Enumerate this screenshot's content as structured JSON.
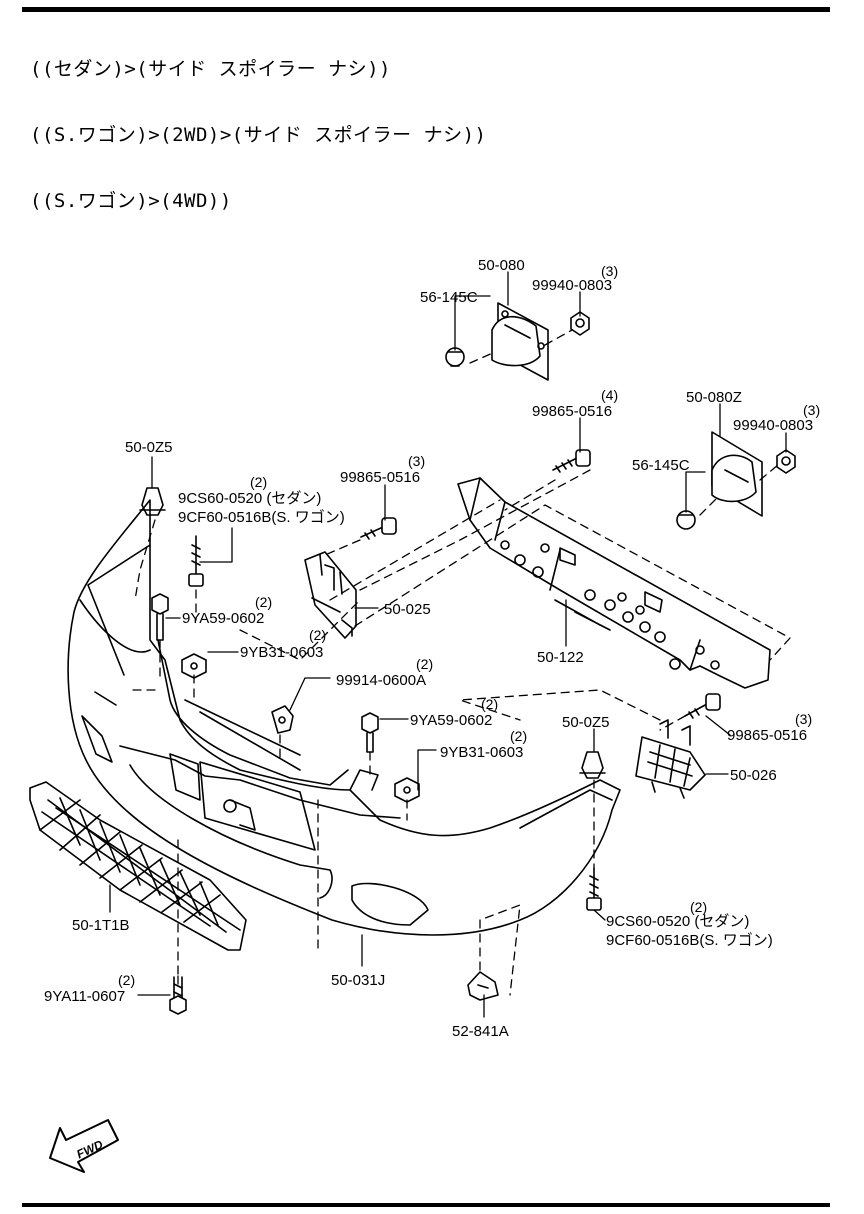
{
  "header": {
    "lines": [
      "((セダン)>(サイド スポイラー ナシ))",
      "((S.ワゴン)>(2WD)>(サイド スポイラー ナシ))",
      "((S.ワゴン)>(4WD))"
    ]
  },
  "parts": {
    "p50_080": {
      "code": "50-080"
    },
    "p56_145c_a": {
      "code": "56-145C"
    },
    "p99940_a": {
      "code": "99940-0803",
      "qty": "(3)"
    },
    "p99865_a": {
      "code": "99865-0516",
      "qty": "(4)"
    },
    "p50_080z": {
      "code": "50-080Z"
    },
    "p99940_b": {
      "code": "99940-0803",
      "qty": "(3)"
    },
    "p56_145c_b": {
      "code": "56-145C"
    },
    "p50_0z5_a": {
      "code": "50-0Z5"
    },
    "p9cs_a": {
      "code": "9CS60-0520 (セダン)",
      "qty": "(2)"
    },
    "p9cf_a": {
      "code": "9CF60-0516B(S. ワゴン)"
    },
    "p99865_b": {
      "code": "99865-0516",
      "qty": "(3)"
    },
    "p9ya59_a": {
      "code": "9YA59-0602",
      "qty": "(2)"
    },
    "p9yb31_a": {
      "code": "9YB31-0603",
      "qty": "(2)"
    },
    "p50_025": {
      "code": "50-025"
    },
    "p50_122": {
      "code": "50-122"
    },
    "p99914": {
      "code": "99914-0600A",
      "qty": "(2)"
    },
    "p9ya59_b": {
      "code": "9YA59-0602",
      "qty": "(2)"
    },
    "p9yb31_b": {
      "code": "9YB31-0603",
      "qty": "(2)"
    },
    "p50_0z5_b": {
      "code": "50-0Z5"
    },
    "p99865_c": {
      "code": "99865-0516",
      "qty": "(3)"
    },
    "p50_026": {
      "code": "50-026"
    },
    "p50_1t1b": {
      "code": "50-1T1B"
    },
    "p9cs_b": {
      "code": "9CS60-0520 (セダン)",
      "qty": "(2)"
    },
    "p9cf_b": {
      "code": "9CF60-0516B(S. ワゴン)"
    },
    "p50_031j": {
      "code": "50-031J"
    },
    "p9ya11": {
      "code": "9YA11-0607",
      "qty": "(2)"
    },
    "p52_841a": {
      "code": "52-841A"
    }
  },
  "fwd": "FWD"
}
